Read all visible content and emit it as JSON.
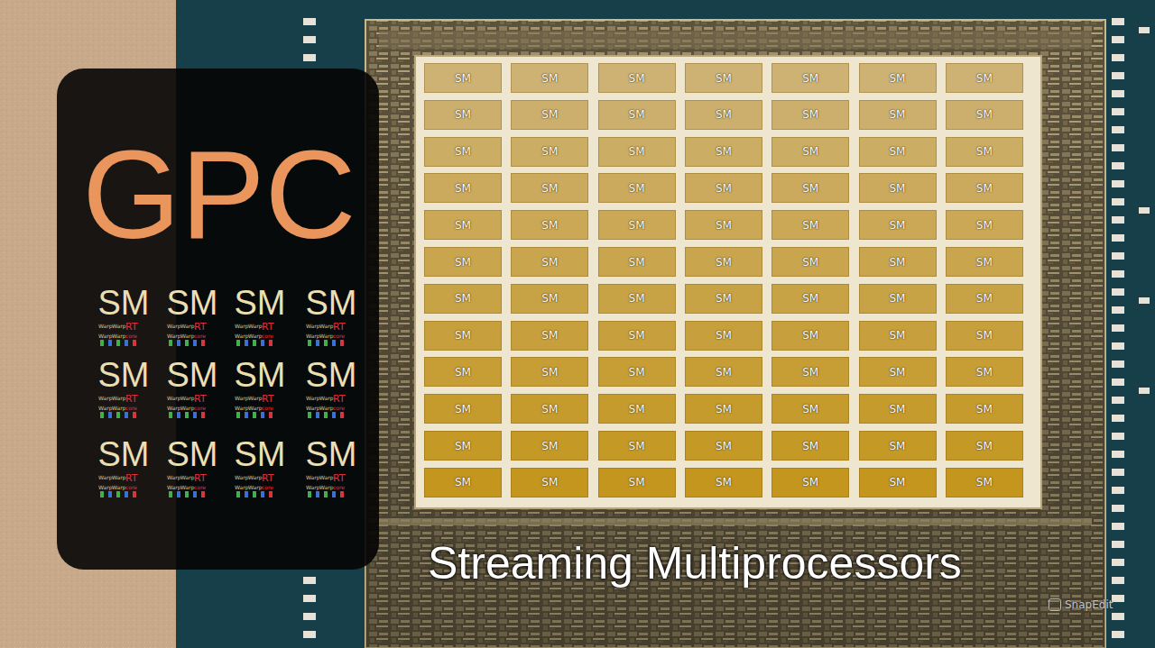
{
  "diagram": {
    "caption": "Streaming Multiprocessors",
    "nodes": [
      {
        "text": [
          "GPC"
        ]
      },
      {
        "text": [
          "SM"
        ]
      },
      {
        "text": [
          "SM"
        ]
      },
      {
        "text": [
          "SM"
        ]
      },
      {
        "text": [
          "SM"
        ]
      },
      {
        "text": [
          "SM"
        ]
      },
      {
        "text": [
          "SM"
        ]
      },
      {
        "text": [
          "SM"
        ]
      },
      {
        "text": [
          "SM"
        ]
      },
      {
        "text": [
          "SM"
        ]
      },
      {
        "text": [
          "SM"
        ]
      },
      {
        "text": [
          "SM"
        ]
      },
      {
        "text": [
          "SM"
        ]
      },
      {
        "text": [
          "SM"
        ]
      },
      {
        "text": [
          "SM"
        ]
      },
      {
        "text": [
          "SM"
        ]
      },
      {
        "text": [
          "SM"
        ]
      },
      {
        "text": [
          "SM"
        ]
      },
      {
        "text": [
          "SM"
        ]
      },
      {
        "text": [
          "SM"
        ]
      },
      {
        "text": [
          "SM"
        ]
      },
      {
        "text": [
          "SM"
        ]
      },
      {
        "text": [
          "SM"
        ]
      },
      {
        "text": [
          "SM"
        ]
      },
      {
        "text": [
          "SM"
        ]
      },
      {
        "text": [
          "SM"
        ]
      },
      {
        "text": [
          "SM"
        ]
      },
      {
        "text": [
          "SM"
        ]
      },
      {
        "text": [
          "SM"
        ]
      },
      {
        "text": [
          "SM"
        ]
      },
      {
        "text": [
          "SM"
        ]
      },
      {
        "text": [
          "SM"
        ]
      },
      {
        "text": [
          "SM"
        ]
      },
      {
        "text": [
          "SM"
        ]
      },
      {
        "text": [
          "SM"
        ]
      },
      {
        "text": [
          "SM"
        ]
      },
      {
        "text": [
          "SM"
        ]
      },
      {
        "text": [
          "SM"
        ]
      },
      {
        "text": [
          "SM"
        ]
      },
      {
        "text": [
          "SM"
        ]
      },
      {
        "text": [
          "SM"
        ]
      },
      {
        "text": [
          "SM"
        ]
      },
      {
        "text": [
          "SM"
        ]
      },
      {
        "text": [
          "SM"
        ]
      },
      {
        "text": [
          "SM"
        ]
      },
      {
        "text": [
          "SM"
        ]
      },
      {
        "text": [
          "SM"
        ]
      },
      {
        "text": [
          "SM"
        ]
      },
      {
        "text": [
          "SM"
        ]
      },
      {
        "text": [
          "SM"
        ]
      },
      {
        "text": [
          "SM"
        ]
      },
      {
        "text": [
          "SM"
        ]
      },
      {
        "text": [
          "SM"
        ]
      },
      {
        "text": [
          "SM"
        ]
      },
      {
        "text": [
          "SM"
        ]
      },
      {
        "text": [
          "SM"
        ]
      },
      {
        "text": [
          "SM"
        ]
      },
      {
        "text": [
          "SM"
        ]
      },
      {
        "text": [
          "SM"
        ]
      },
      {
        "text": [
          "SM"
        ]
      },
      {
        "text": [
          "SM"
        ]
      },
      {
        "text": [
          "SM"
        ]
      },
      {
        "text": [
          "SM"
        ]
      },
      {
        "text": [
          "SM"
        ]
      },
      {
        "text": [
          "SM"
        ]
      },
      {
        "text": [
          "SM"
        ]
      },
      {
        "text": [
          "SM"
        ]
      },
      {
        "text": [
          "SM"
        ]
      },
      {
        "text": [
          "SM"
        ]
      },
      {
        "text": [
          "SM"
        ]
      },
      {
        "text": [
          "SM"
        ]
      },
      {
        "text": [
          "SM"
        ]
      },
      {
        "text": [
          "SM"
        ]
      },
      {
        "text": [
          "SM"
        ]
      },
      {
        "text": [
          "SM"
        ]
      },
      {
        "text": [
          "SM"
        ]
      },
      {
        "text": [
          "SM"
        ]
      },
      {
        "text": [
          "SM"
        ]
      },
      {
        "text": [
          "SM"
        ]
      },
      {
        "text": [
          "SM"
        ]
      },
      {
        "text": [
          "SM"
        ]
      },
      {
        "text": [
          "SM"
        ]
      },
      {
        "text": [
          "SM"
        ]
      },
      {
        "text": [
          "SM"
        ]
      },
      {
        "text": [
          "SM"
        ]
      }
    ],
    "labels": [
      "SM",
      "Warp",
      "Warp",
      "RT",
      "Warp",
      "Warp",
      "core",
      "SM",
      "Warp",
      "Warp",
      "RT",
      "Warp",
      "Warp",
      "core",
      "SM",
      "Warp",
      "Warp",
      "RT",
      "Warp",
      "Warp",
      "core",
      "SM",
      "Warp",
      "Warp",
      "RT",
      "Warp",
      "Warp",
      "core",
      "SM",
      "Warp",
      "Warp",
      "RT",
      "Warp",
      "Warp",
      "core",
      "SM",
      "Warp",
      "Warp",
      "RT",
      "Warp",
      "Warp",
      "core",
      "SM",
      "Warp",
      "Warp",
      "RT",
      "Warp",
      "Warp",
      "core",
      "SM",
      "Warp",
      "Warp",
      "RT",
      "Warp",
      "Warp",
      "core",
      "SM",
      "Warp",
      "Warp",
      "RT",
      "Warp",
      "Warp",
      "core",
      "SM",
      "Warp",
      "Warp",
      "RT",
      "Warp",
      "Warp",
      "core",
      "SM",
      "Warp",
      "Warp",
      "RT",
      "Warp",
      "Warp",
      "core",
      "SM",
      "Warp",
      "Warp",
      "RT",
      "Warp",
      "Warp",
      "core",
      "SnapEdit"
    ]
  }
}
